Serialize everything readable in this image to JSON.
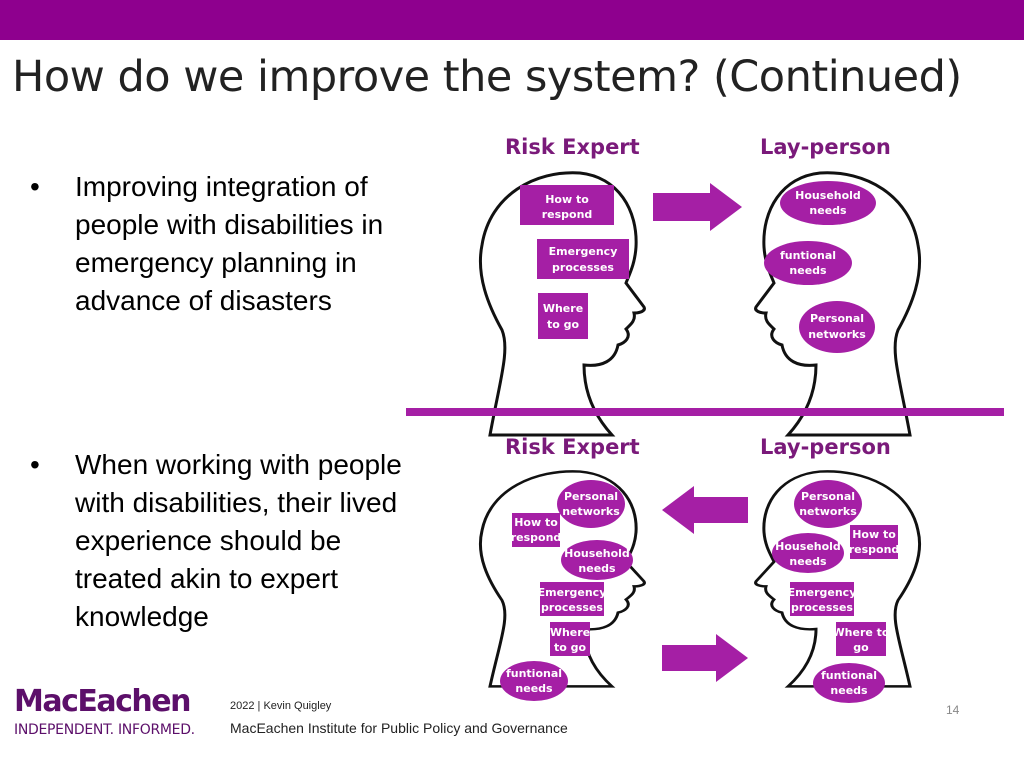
{
  "slide": {
    "title": "How do we improve the system? (Continued)",
    "accent_color": "#8e008e",
    "node_color": "#a51fa5"
  },
  "bullets": [
    {
      "marker": "•",
      "text": "Improving integration of people with disabilities in emergency planning in advance of disasters"
    },
    {
      "marker": "•",
      "text": "When working with people with disabilities, their lived experience should be treated akin to expert knowledge"
    }
  ],
  "diagram": {
    "top": {
      "expert_label": "Risk Expert",
      "lay_label": "Lay-person",
      "expert_nodes": [
        [
          "How to",
          "respond"
        ],
        [
          "Emergency",
          "processes"
        ],
        [
          "Where",
          "to go"
        ]
      ],
      "lay_nodes": [
        [
          "Household",
          "needs"
        ],
        [
          "funtional",
          "needs"
        ],
        [
          "Personal",
          "networks"
        ]
      ],
      "arrow": "right"
    },
    "bottom": {
      "expert_label": "Risk Expert",
      "lay_label": "Lay-person",
      "expert_nodes": [
        [
          "Personal",
          "networks"
        ],
        [
          "How to",
          "respond"
        ],
        [
          "Household",
          "needs"
        ],
        [
          "Emergency",
          "processes"
        ],
        [
          "Where",
          "to go"
        ],
        [
          "funtional",
          "needs"
        ]
      ],
      "lay_nodes": [
        [
          "Personal",
          "networks"
        ],
        [
          "How to",
          "respond"
        ],
        [
          "Household",
          "needs"
        ],
        [
          "Emergency",
          "processes"
        ],
        [
          "Where to",
          "go"
        ],
        [
          "funtional",
          "needs"
        ]
      ],
      "arrows": [
        "left",
        "right"
      ]
    }
  },
  "footer": {
    "logo_name": "MacEachen",
    "logo_tagline": "INDEPENDENT. INFORMED.",
    "meta": "2022 | Kevin Quigley",
    "org": "MacEachen Institute for Public Policy and Governance",
    "page_number": "14"
  }
}
